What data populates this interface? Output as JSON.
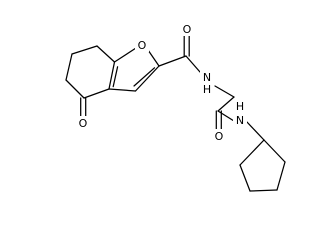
{
  "molecule": {
    "atoms": {
      "o_ring": "O",
      "o_ketone": "O",
      "o_amide1": "O",
      "n_amide1": "N",
      "h_amide1": "H",
      "o_amide2": "O",
      "n_amide2": "N",
      "h_amide2": "H"
    }
  }
}
